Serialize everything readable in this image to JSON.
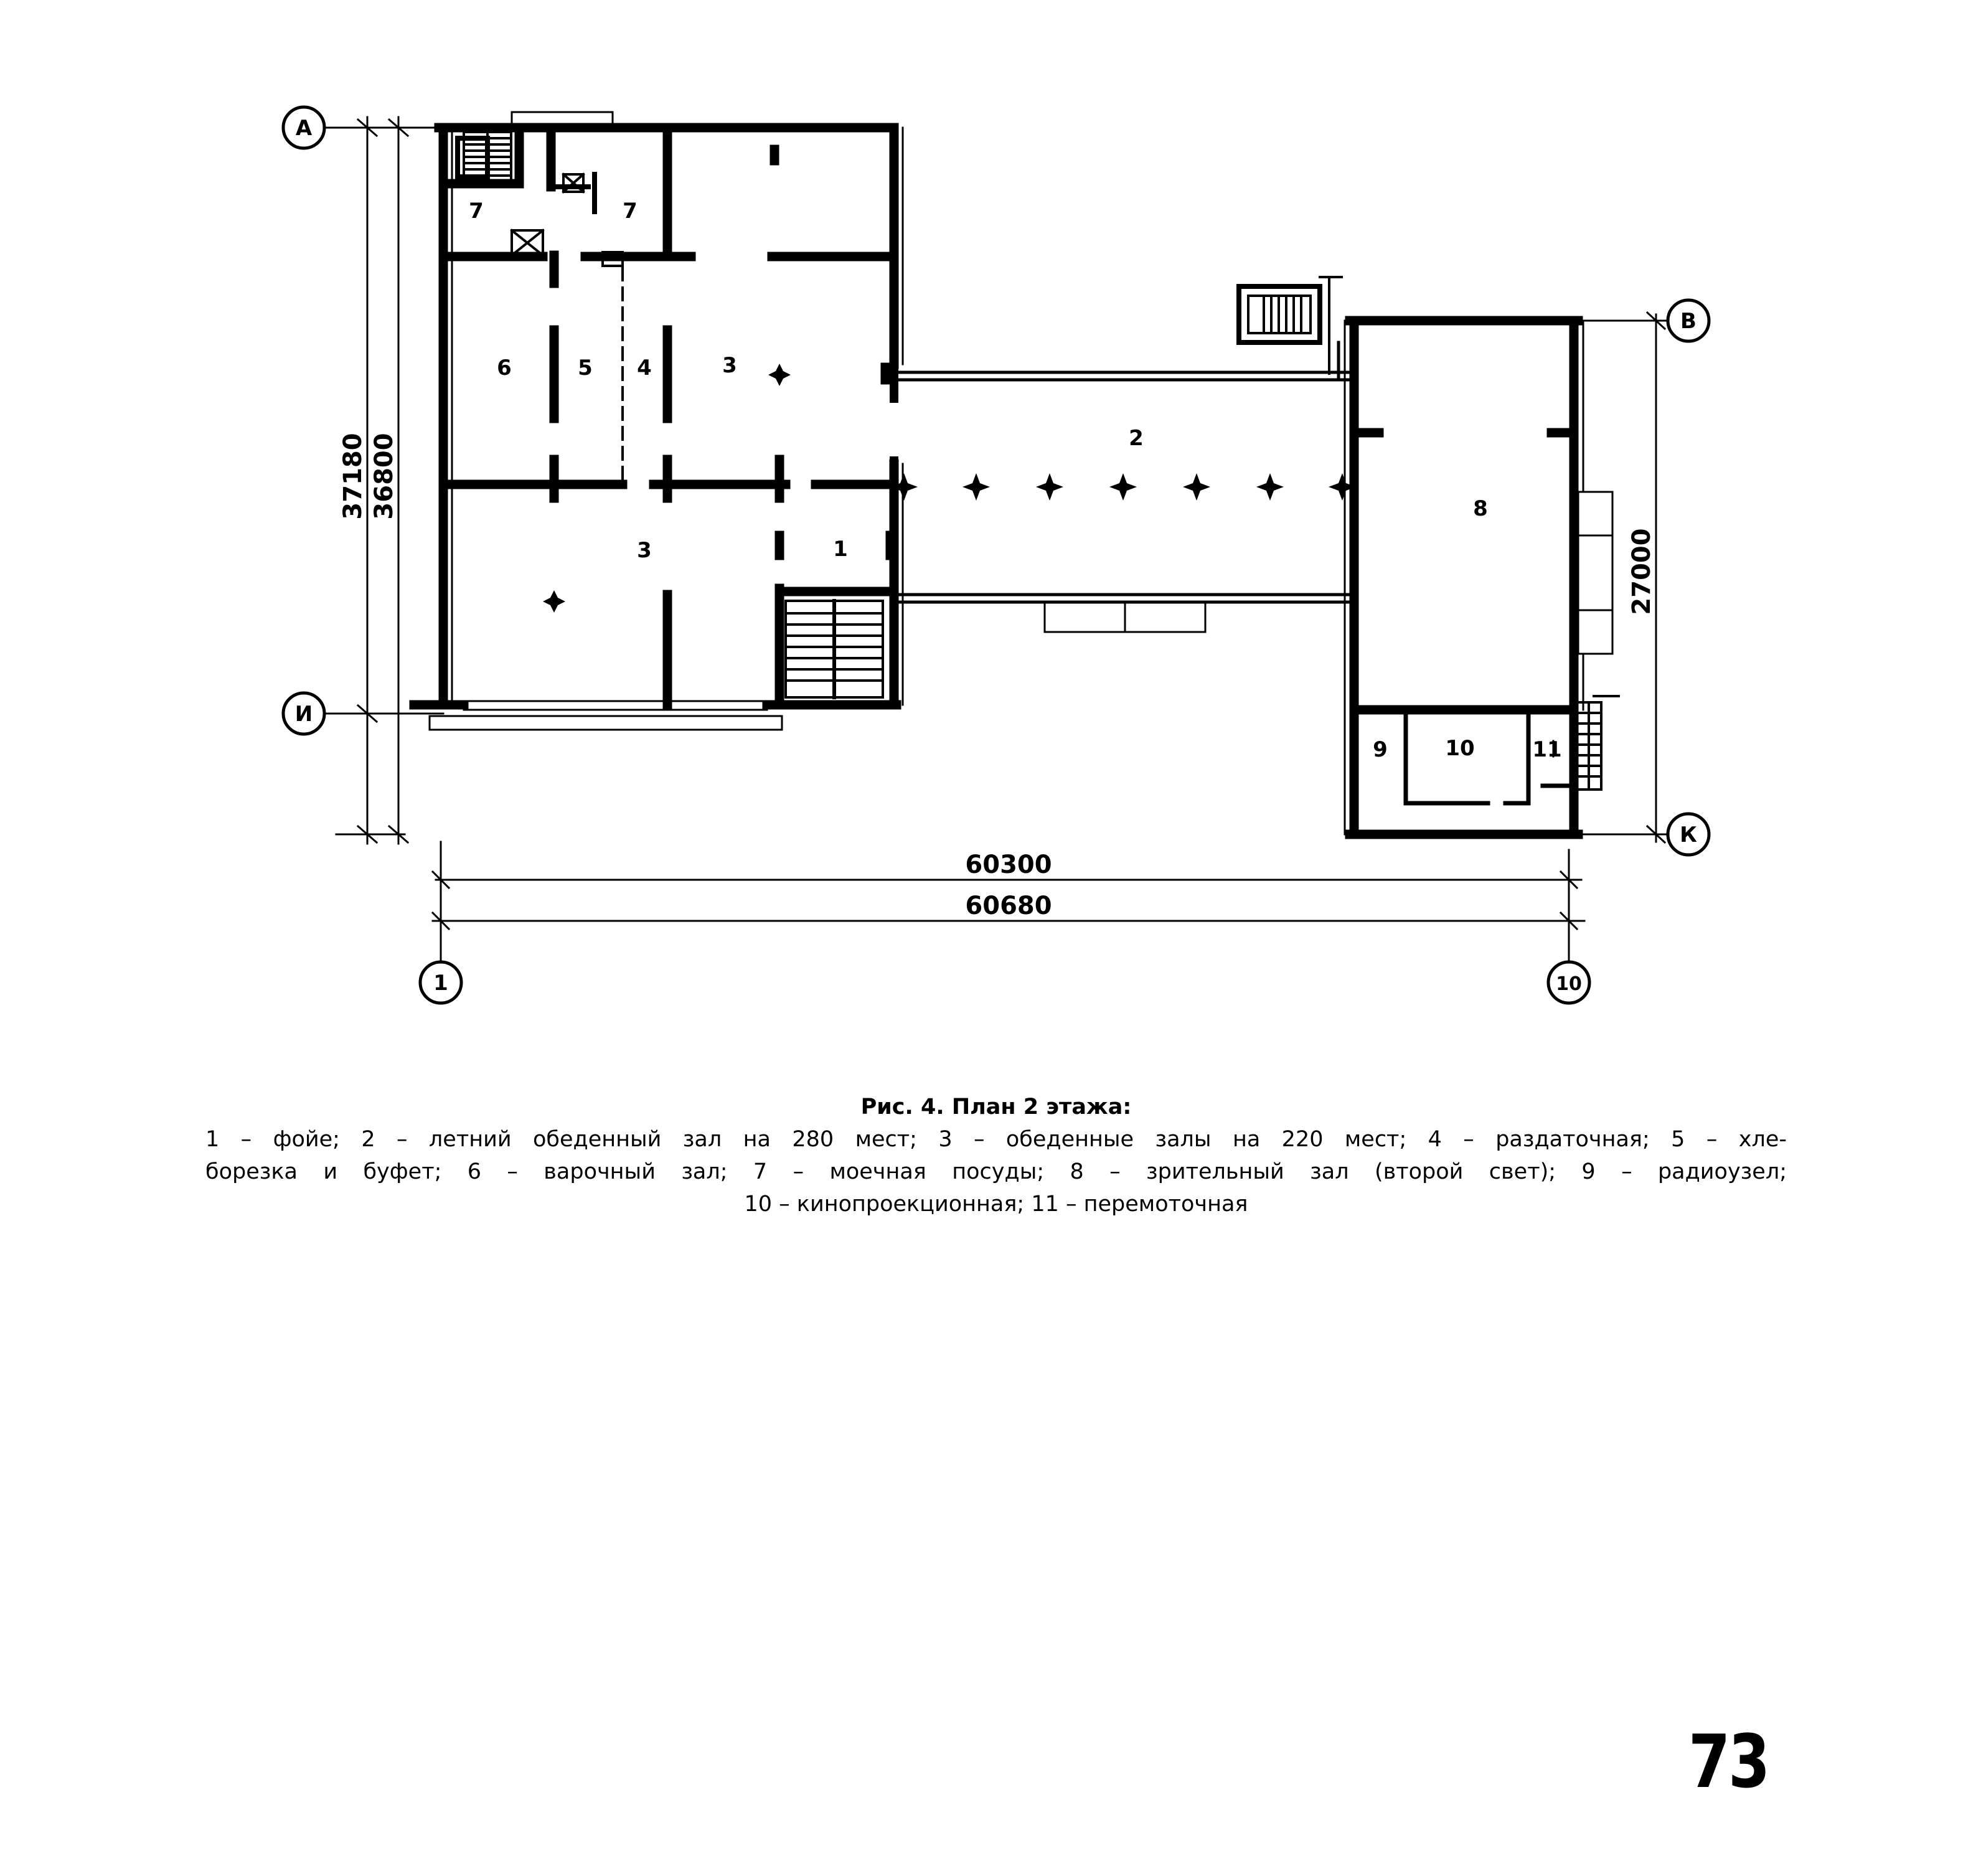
{
  "axes": {
    "rows": [
      "А",
      "И",
      "В",
      "К"
    ],
    "columns": [
      "1",
      "10"
    ]
  },
  "dimensions": {
    "left_overall": "37180",
    "left_inner": "36800",
    "right_height": "27000",
    "bottom_inner": "60300",
    "bottom_overall": "60680"
  },
  "room_labels": [
    "7",
    "7",
    "6",
    "5",
    "4",
    "3",
    "3",
    "1",
    "2",
    "8",
    "9",
    "10",
    "11"
  ],
  "caption": {
    "title": "Рис. 4. План 2 этажа:",
    "lines": [
      "1 – фойе; 2 – летний обеденный зал на 280 мест; 3 – обеденные залы на 220 мест; 4 – раздаточная; 5 – хле-",
      "борезка и буфет; 6 – варочный зал; 7 – моечная посуды; 8 – зрительный зал (второй свет); 9 – радиоузел;",
      "10 – кинопроекционная; 11 – перемоточная"
    ]
  },
  "page_number": "73",
  "colors": {
    "ink": "#000000",
    "paper": "#ffffff"
  }
}
